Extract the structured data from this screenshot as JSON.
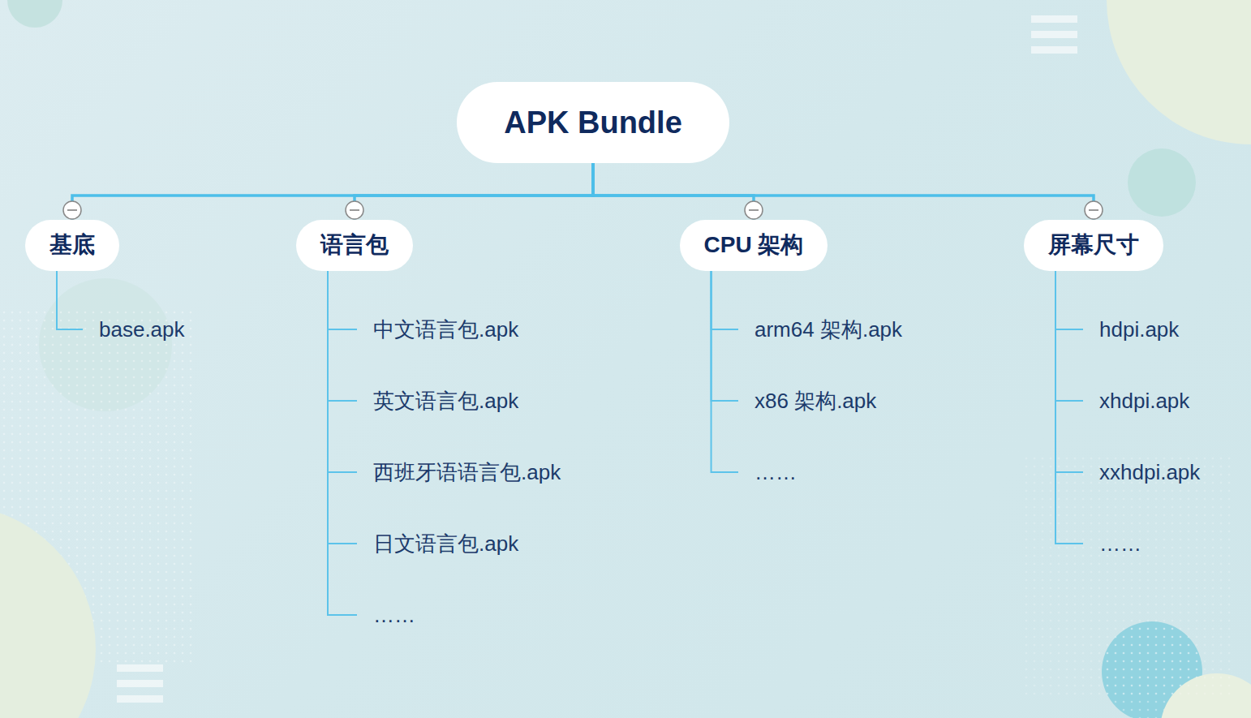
{
  "diagram": {
    "nodes": [
      {
        "text": [
          "APK Bundle"
        ]
      },
      {
        "text": [
          "基底"
        ]
      },
      {
        "text": [
          "base.apk"
        ]
      },
      {
        "text": [
          "语言包"
        ]
      },
      {
        "text": [
          "中文语言包.apk"
        ]
      },
      {
        "text": [
          "英文语言包.apk"
        ]
      },
      {
        "text": [
          "西班牙语语言包.apk"
        ]
      },
      {
        "text": [
          "日文语言包.apk"
        ]
      },
      {
        "text": [
          "……"
        ]
      },
      {
        "text": [
          "CPU 架构"
        ]
      },
      {
        "text": [
          "arm64 架构.apk"
        ]
      },
      {
        "text": [
          "x86 架构.apk"
        ]
      },
      {
        "text": [
          "……"
        ]
      },
      {
        "text": [
          "屏幕尺寸"
        ]
      },
      {
        "text": [
          "hdpi.apk"
        ]
      },
      {
        "text": [
          "xhdpi.apk"
        ]
      },
      {
        "text": [
          "xxhdpi.apk"
        ]
      },
      {
        "text": [
          "……"
        ]
      }
    ],
    "edges": [
      {
        "from": 0,
        "to": 1,
        "arrow": "none"
      },
      {
        "from": 0,
        "to": 3,
        "arrow": "none"
      },
      {
        "from": 0,
        "to": 9,
        "arrow": "none"
      },
      {
        "from": 0,
        "to": 13,
        "arrow": "none"
      },
      {
        "from": 1,
        "to": 2,
        "arrow": "none"
      },
      {
        "from": 3,
        "to": 4,
        "arrow": "none"
      },
      {
        "from": 3,
        "to": 5,
        "arrow": "none"
      },
      {
        "from": 3,
        "to": 6,
        "arrow": "none"
      },
      {
        "from": 3,
        "to": 7,
        "arrow": "none"
      },
      {
        "from": 3,
        "to": 8,
        "arrow": "none"
      },
      {
        "from": 9,
        "to": 10,
        "arrow": "none"
      },
      {
        "from": 9,
        "to": 11,
        "arrow": "none"
      },
      {
        "from": 9,
        "to": 12,
        "arrow": "none"
      },
      {
        "from": 13,
        "to": 14,
        "arrow": "none"
      },
      {
        "from": 13,
        "to": 15,
        "arrow": "none"
      },
      {
        "from": 13,
        "to": 16,
        "arrow": "none"
      },
      {
        "from": 13,
        "to": 17,
        "arrow": "none"
      }
    ]
  }
}
